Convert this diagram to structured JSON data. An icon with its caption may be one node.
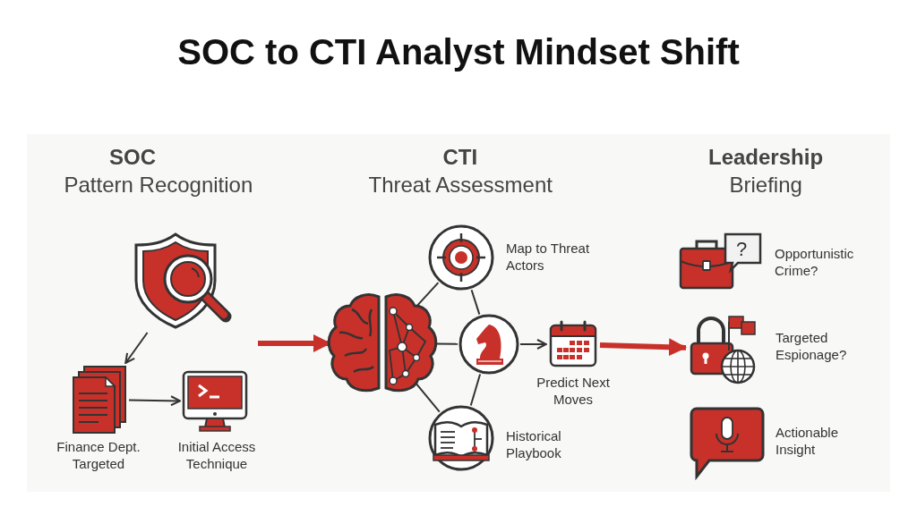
{
  "diagram": {
    "title": "SOC to CTI Analyst Mindset Shift",
    "nodes": [
      {
        "text": [],
        "shape": "picture"
      },
      {
        "text": [],
        "shape": "picture",
        "beside": [
          "Finance Dept. Targeted"
        ]
      },
      {
        "text": [],
        "shape": "picture",
        "beside": [
          "Initial Access Technique"
        ]
      },
      {
        "text": [],
        "shape": "picture"
      },
      {
        "text": [],
        "shape": "circle",
        "beside": [
          "Map to Threat Actors"
        ]
      },
      {
        "text": [],
        "shape": "circle"
      },
      {
        "text": [],
        "shape": "picture",
        "beside": [
          "Predict Next Moves"
        ]
      },
      {
        "text": [],
        "shape": "circle",
        "beside": [
          "Historical Playbook"
        ]
      },
      {
        "text": [],
        "shape": "picture",
        "beside": [
          "Opportunistic Crime?"
        ]
      },
      {
        "text": [],
        "shape": "picture",
        "beside": [
          "Targeted Espionage?"
        ]
      },
      {
        "text": [],
        "shape": "picture",
        "beside": [
          "Actionable Insight"
        ]
      }
    ],
    "edges": [
      {
        "from": 0,
        "to": 1,
        "arrow": "to"
      },
      {
        "from": 1,
        "to": 2,
        "arrow": "to"
      },
      {
        "from": null,
        "to": 3,
        "arrow": "to",
        "style": "thick",
        "color": "#c8312a"
      },
      {
        "from": 3,
        "to": 4,
        "arrow": "none"
      },
      {
        "from": 3,
        "to": 5,
        "arrow": "none"
      },
      {
        "from": 3,
        "to": 7,
        "arrow": "none"
      },
      {
        "from": 4,
        "to": 5,
        "arrow": "none"
      },
      {
        "from": 5,
        "to": 7,
        "arrow": "none"
      },
      {
        "from": 5,
        "to": 6,
        "arrow": "to"
      },
      {
        "from": 6,
        "to": 9,
        "arrow": "to",
        "style": "thick",
        "color": "#c8312a"
      }
    ],
    "labels": [
      "SOC",
      "Pattern Recognition",
      "CTI",
      "Threat Assessment",
      "Leadership",
      "Briefing",
      "?"
    ]
  }
}
